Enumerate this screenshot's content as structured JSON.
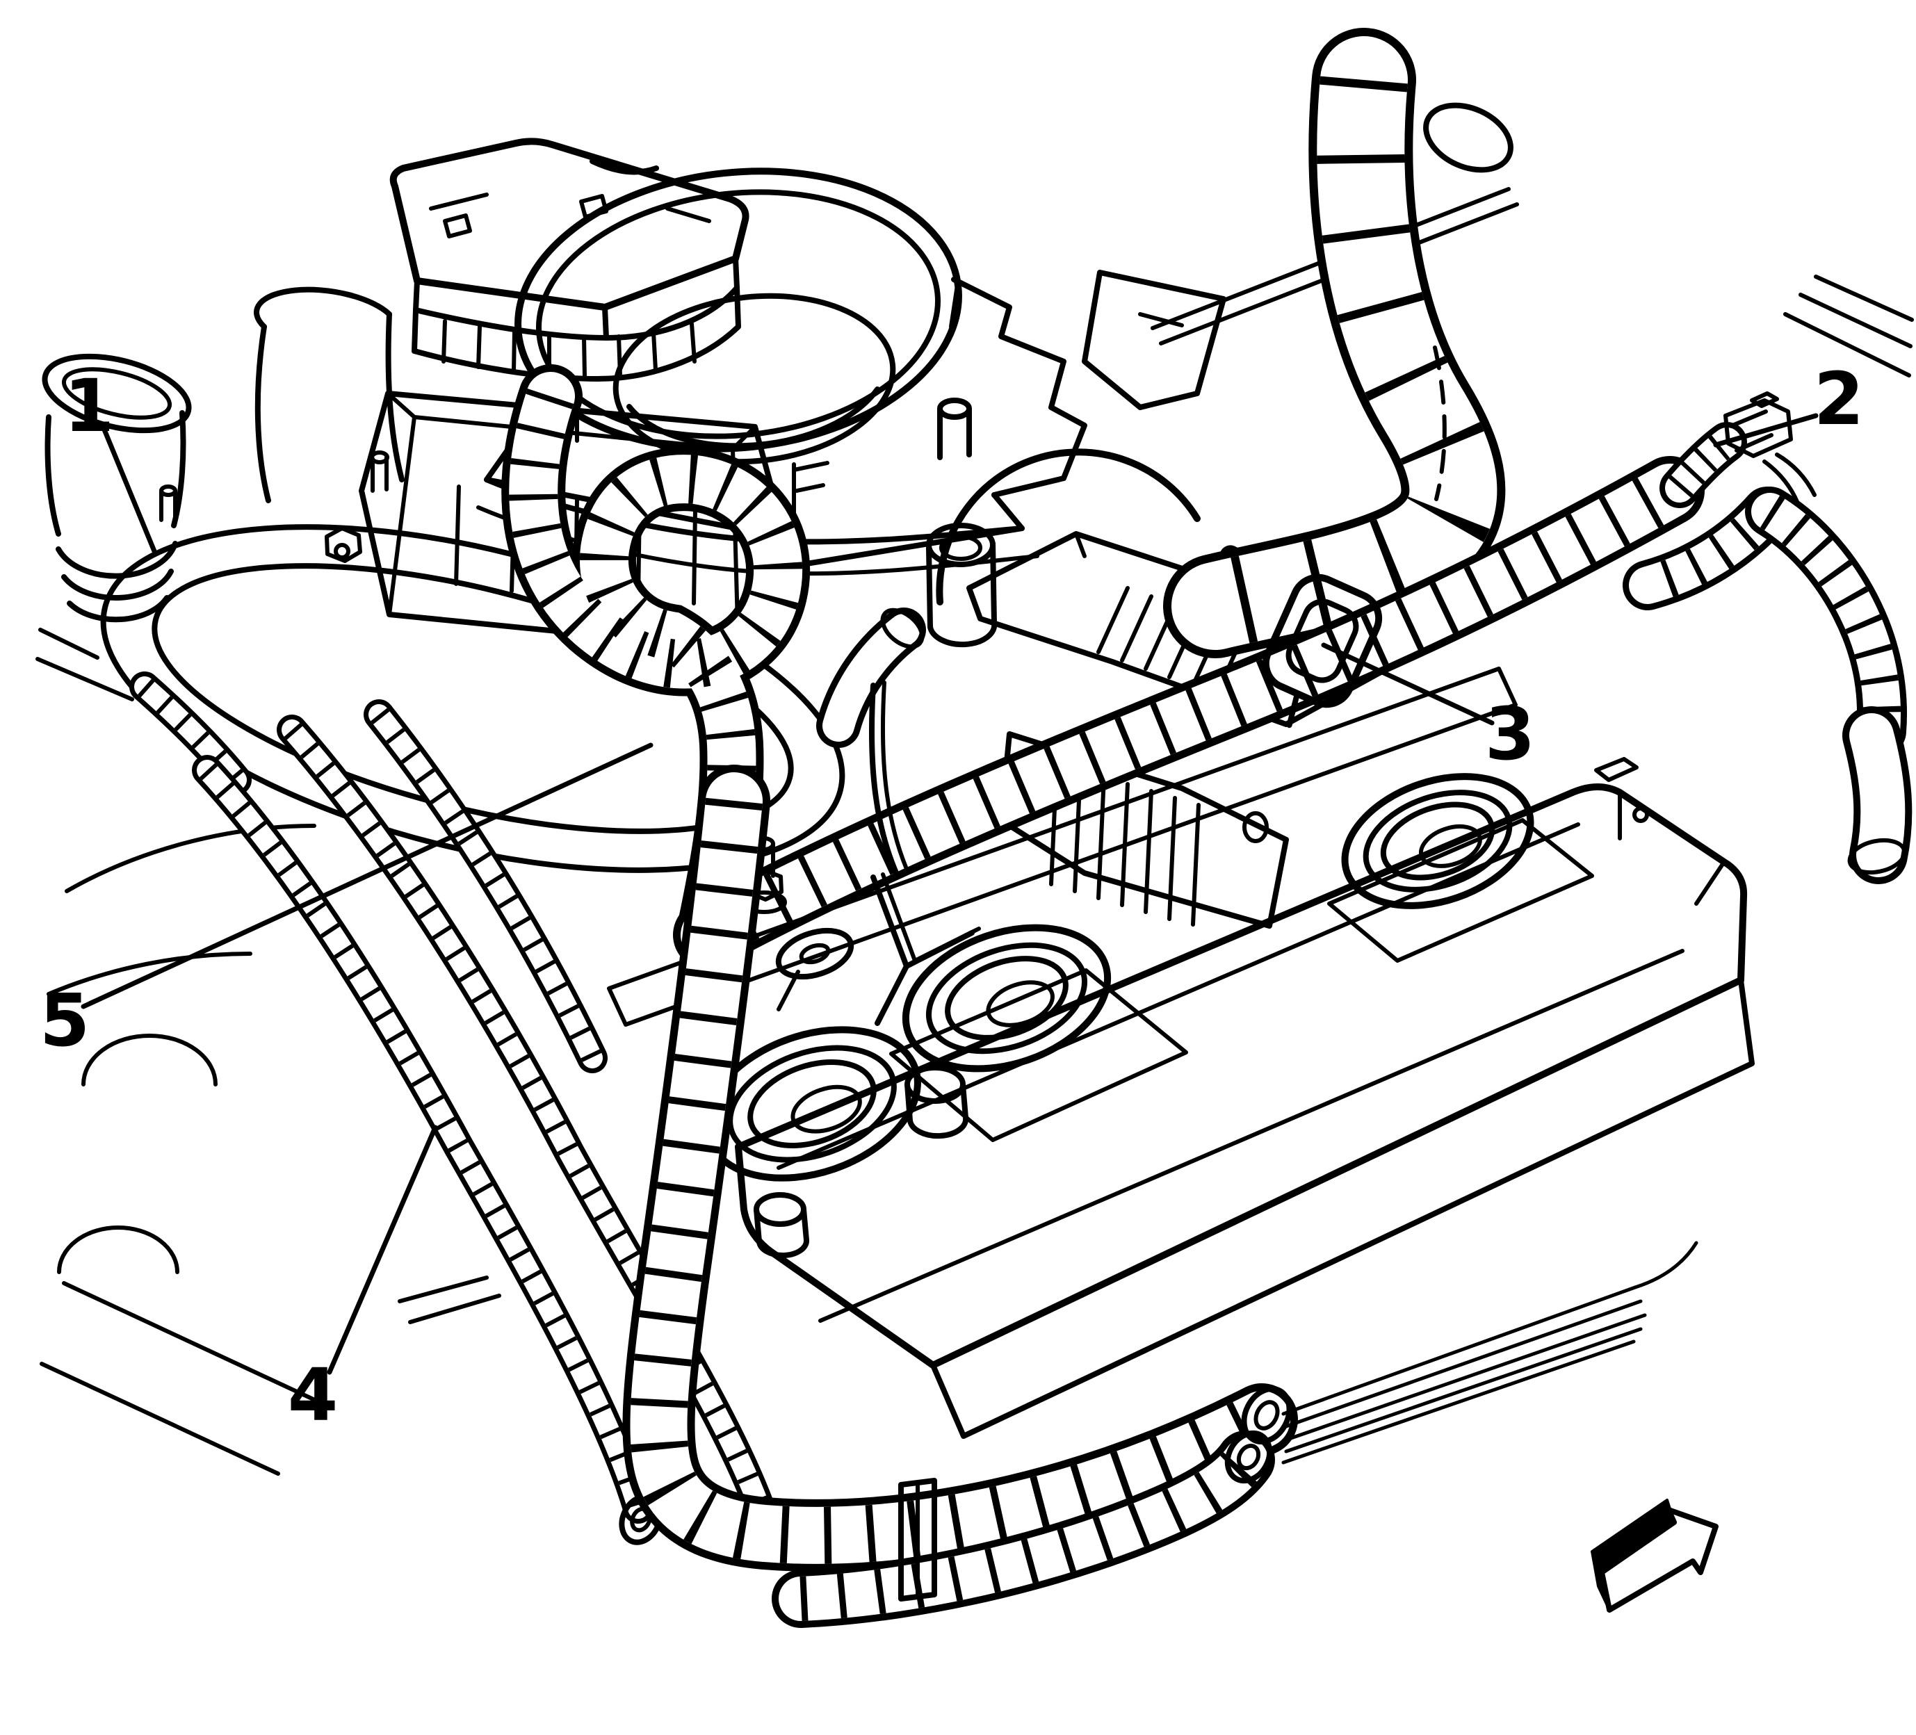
{
  "figure": {
    "kind": "engine-component-location-line-diagram",
    "background_color": "#ffffff",
    "line_color": "#000000"
  },
  "callouts": [
    {
      "label": "1"
    },
    {
      "label": "2"
    },
    {
      "label": "3"
    },
    {
      "label": "4"
    },
    {
      "label": "5"
    }
  ],
  "direction_arrow": {
    "icon": "direction-arrow",
    "style": "3d-block-arrow",
    "points": "upper-right"
  }
}
